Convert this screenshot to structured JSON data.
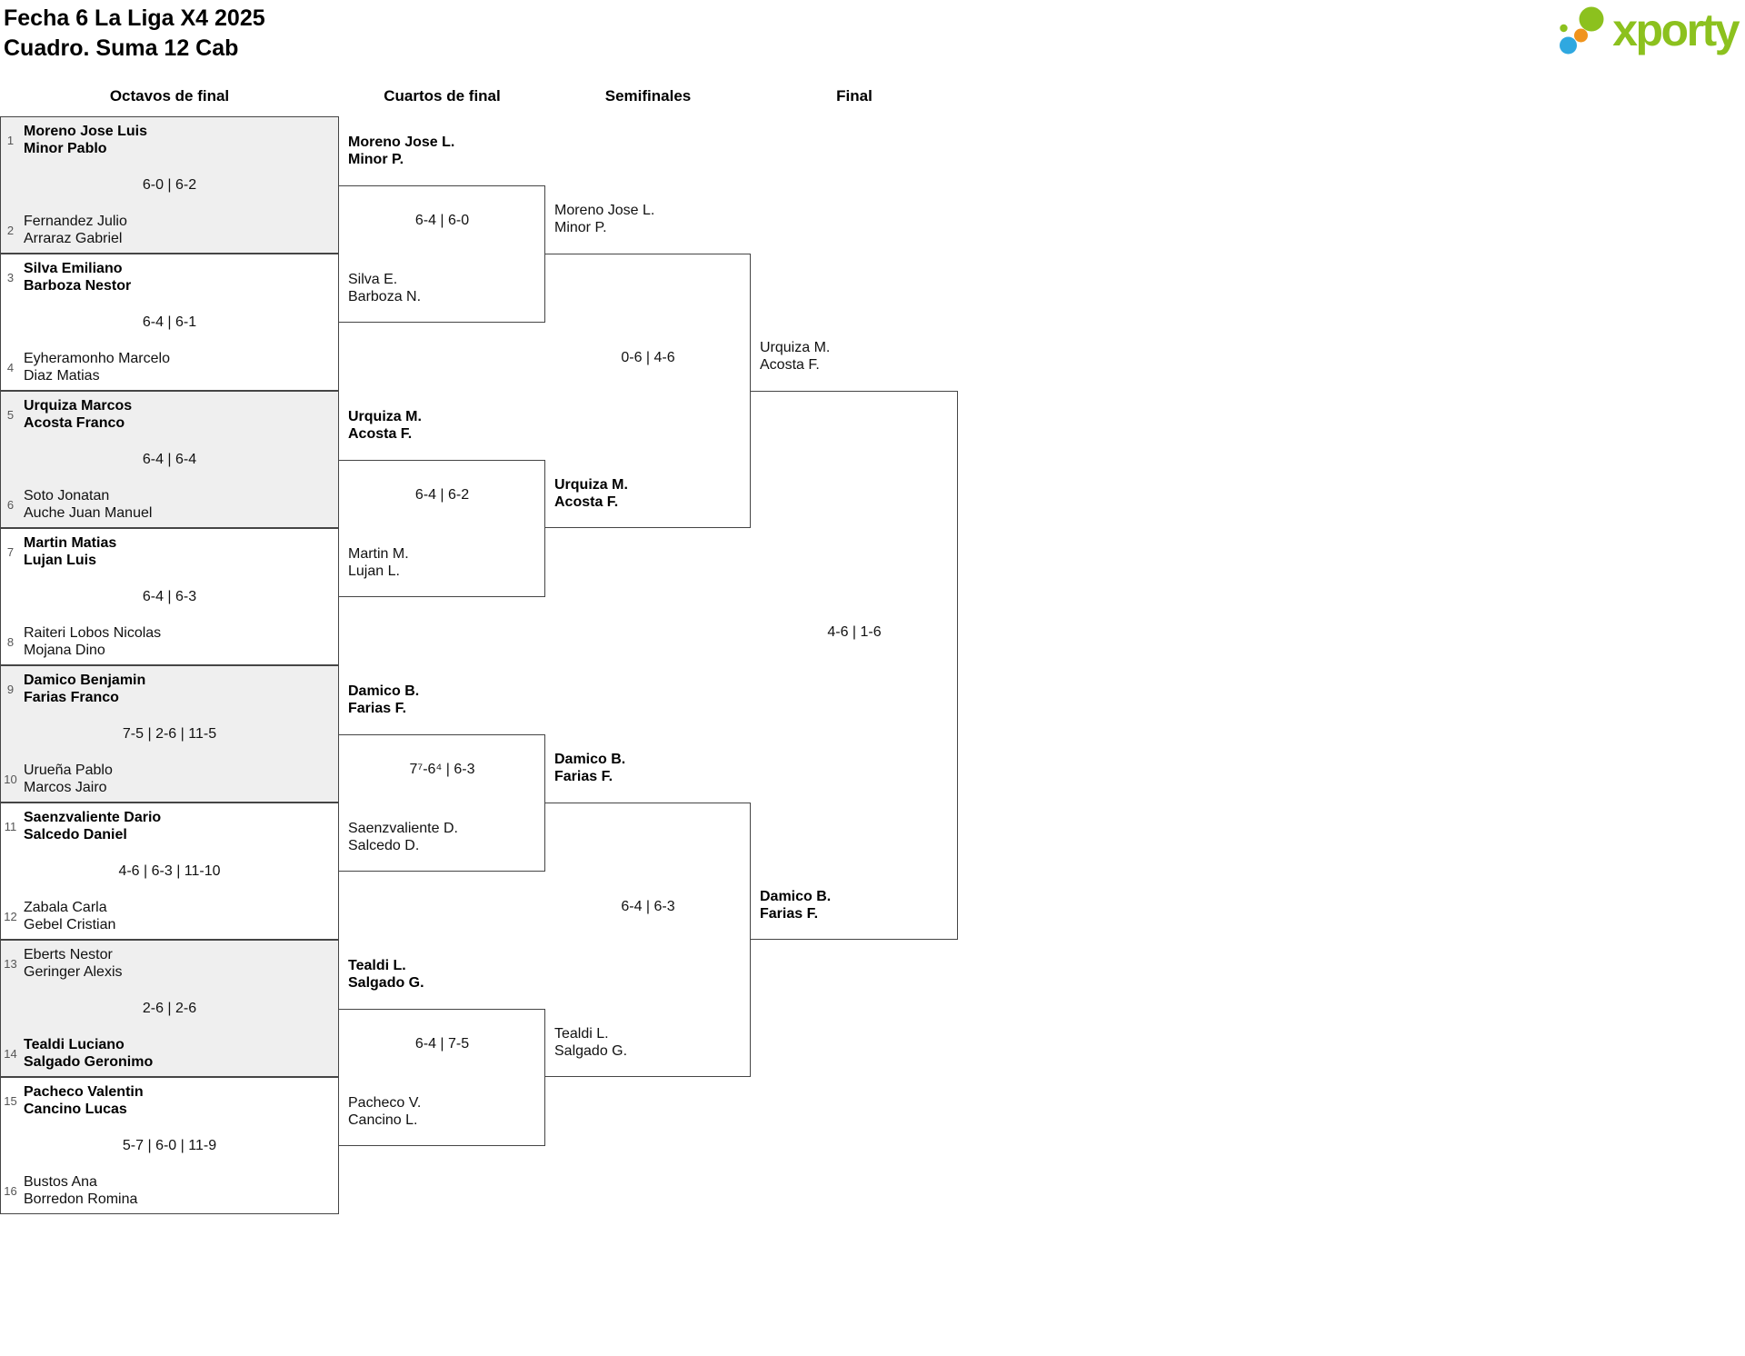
{
  "header": {
    "title_line1": "Fecha 6 La Liga X4 2025",
    "title_line2": "Cuadro. Suma 12 Cab",
    "logo_text": "xporty"
  },
  "round_titles": [
    "Octavos de final",
    "Cuartos de final",
    "Semifinales",
    "Final"
  ],
  "colors": {
    "logo_green": "#8cc11e",
    "logo_orange": "#f0941d",
    "logo_blue": "#2fa8e0",
    "row_shade": "#efefef"
  },
  "octavos": {
    "slots": [
      {
        "num": "1",
        "line1": "Moreno Jose Luis",
        "line2": "Minor Pablo",
        "winner": true
      },
      {
        "num": "2",
        "line1": "Fernandez Julio",
        "line2": "Arraraz Gabriel",
        "winner": false
      },
      {
        "num": "3",
        "line1": "Silva Emiliano",
        "line2": "Barboza Nestor",
        "winner": true
      },
      {
        "num": "4",
        "line1": "Eyheramonho Marcelo",
        "line2": "Diaz Matias",
        "winner": false
      },
      {
        "num": "5",
        "line1": "Urquiza Marcos",
        "line2": "Acosta Franco",
        "winner": true
      },
      {
        "num": "6",
        "line1": "Soto Jonatan",
        "line2": "Auche Juan Manuel",
        "winner": false
      },
      {
        "num": "7",
        "line1": "Martin Matias",
        "line2": "Lujan Luis",
        "winner": true
      },
      {
        "num": "8",
        "line1": "Raiteri Lobos Nicolas",
        "line2": "Mojana Dino",
        "winner": false
      },
      {
        "num": "9",
        "line1": "Damico Benjamin",
        "line2": "Farias Franco",
        "winner": true
      },
      {
        "num": "10",
        "line1": "Urueña Pablo",
        "line2": "Marcos Jairo",
        "winner": false
      },
      {
        "num": "11",
        "line1": "Saenzvaliente Dario",
        "line2": "Salcedo Daniel",
        "winner": true
      },
      {
        "num": "12",
        "line1": "Zabala Carla",
        "line2": "Gebel Cristian",
        "winner": false
      },
      {
        "num": "13",
        "line1": "Eberts Nestor",
        "line2": "Geringer Alexis",
        "winner": false
      },
      {
        "num": "14",
        "line1": "Tealdi Luciano",
        "line2": "Salgado Geronimo",
        "winner": true
      },
      {
        "num": "15",
        "line1": "Pacheco Valentin",
        "line2": "Cancino Lucas",
        "winner": true
      },
      {
        "num": "16",
        "line1": "Bustos Ana",
        "line2": "Borredon Romina",
        "winner": false
      }
    ],
    "scores": [
      "6-0 | 6-2",
      "6-4 | 6-1",
      "6-4 | 6-4",
      "6-4 | 6-3",
      "7-5 | 2-6 | 11-5",
      "4-6 | 6-3 | 11-10",
      "2-6 | 2-6",
      "5-7 | 6-0 | 11-9"
    ]
  },
  "cuartos": {
    "slots": [
      {
        "line1": "Moreno Jose L.",
        "line2": "Minor P.",
        "winner": true
      },
      {
        "line1": "Silva E.",
        "line2": "Barboza N.",
        "winner": false
      },
      {
        "line1": "Urquiza M.",
        "line2": "Acosta F.",
        "winner": true
      },
      {
        "line1": "Martin M.",
        "line2": "Lujan L.",
        "winner": false
      },
      {
        "line1": "Damico B.",
        "line2": "Farias F.",
        "winner": true
      },
      {
        "line1": "Saenzvaliente D.",
        "line2": "Salcedo D.",
        "winner": false
      },
      {
        "line1": "Tealdi L.",
        "line2": "Salgado G.",
        "winner": true
      },
      {
        "line1": "Pacheco V.",
        "line2": "Cancino L.",
        "winner": false
      }
    ],
    "scores": [
      "6-4 | 6-0",
      "6-4 | 6-2",
      "7⁷-6⁴ | 6-3",
      "6-4 | 7-5"
    ]
  },
  "semifinales": {
    "slots": [
      {
        "line1": "Moreno Jose L.",
        "line2": "Minor P.",
        "winner": false
      },
      {
        "line1": "Urquiza M.",
        "line2": "Acosta F.",
        "winner": true
      },
      {
        "line1": "Damico B.",
        "line2": "Farias F.",
        "winner": true
      },
      {
        "line1": "Tealdi L.",
        "line2": "Salgado G.",
        "winner": false
      }
    ],
    "scores": [
      "0-6 | 4-6",
      "6-4 | 6-3"
    ]
  },
  "final": {
    "slots": [
      {
        "line1": "Urquiza M.",
        "line2": "Acosta F.",
        "winner": false
      },
      {
        "line1": "Damico B.",
        "line2": "Farias F.",
        "winner": true
      }
    ],
    "scores": [
      "4-6 | 1-6"
    ]
  }
}
